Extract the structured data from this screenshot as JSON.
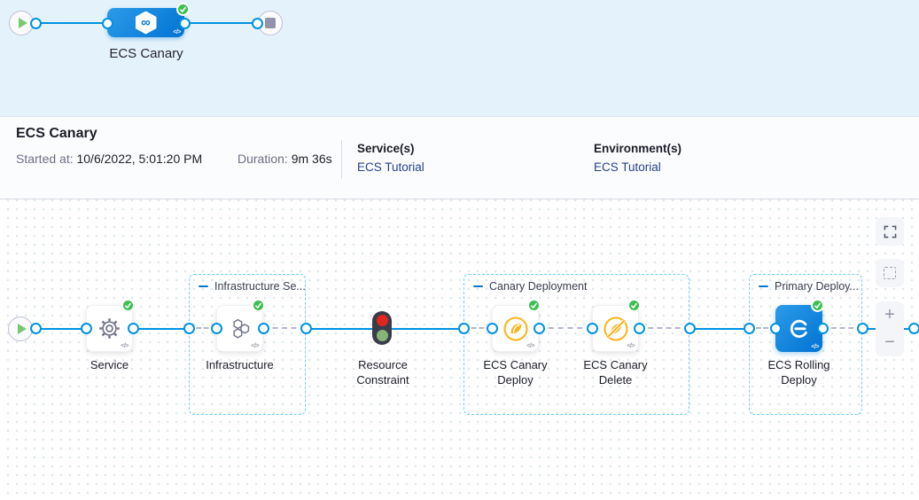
{
  "appearance": {
    "top_band_bg": "#e4f2fb",
    "connector_blue": "#0092e4",
    "node_blue": "#0278d5",
    "success_green": "#3dbf52",
    "canary_amber": "#fcb41d",
    "link_color": "#26428b",
    "group_border": "#72cdf4"
  },
  "mini_map": {
    "node_label": "ECS Canary",
    "code_glyph": "</>"
  },
  "summary": {
    "title": "ECS Canary",
    "started_label": "Started at:",
    "started_value": "10/6/2022, 5:01:20 PM",
    "duration_label": "Duration:",
    "duration_value": "9m 36s",
    "services_label": "Service(s)",
    "services_link": "ECS Tutorial",
    "environments_label": "Environment(s)",
    "environments_link": "ECS Tutorial"
  },
  "graph": {
    "groups": [
      {
        "label": "Infrastructure Se..."
      },
      {
        "label": "Canary Deployment"
      },
      {
        "label": "Primary Deploy..."
      }
    ],
    "nodes": [
      {
        "id": "service",
        "label": "Service",
        "icon": "gear-icon",
        "status": "success"
      },
      {
        "id": "infrastructure",
        "label": "Infrastructure",
        "icon": "hexagons-icon",
        "status": "success"
      },
      {
        "id": "resource-constraint",
        "label": "Resource Constraint",
        "icon": "traffic-light-icon"
      },
      {
        "id": "ecs-canary-deploy",
        "label": "ECS Canary Deploy",
        "icon": "canary-icon",
        "status": "success"
      },
      {
        "id": "ecs-canary-delete",
        "label": "ECS Canary Delete",
        "icon": "canary-delete-icon",
        "status": "success"
      },
      {
        "id": "ecs-rolling-deploy",
        "label": "ECS Rolling Deploy",
        "icon": "ecs-icon",
        "status": "success"
      }
    ],
    "code_glyph": "</>",
    "controls": {
      "zoom_in": "+",
      "zoom_out": "−"
    }
  }
}
